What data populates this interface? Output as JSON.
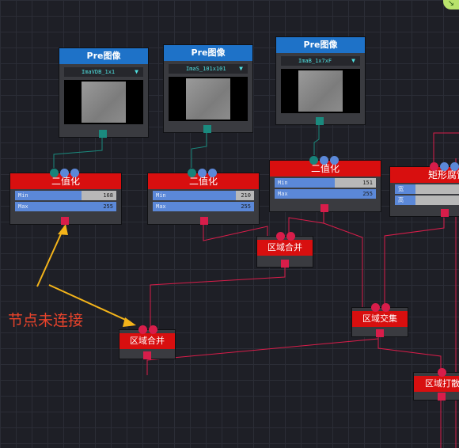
{
  "pre_nodes": [
    {
      "title": "Pre图像",
      "image_select": "ImaVDB_1x1"
    },
    {
      "title": "Pre图像",
      "image_select": "ImaS_101x101"
    },
    {
      "title": "Pre图像",
      "image_select": "ImaB_1x7xF"
    }
  ],
  "binarize_nodes": [
    {
      "title": "二值化",
      "min_label": "Min",
      "min_value": "168",
      "min_fraction": 0.66,
      "max_label": "Max",
      "max_value": "255",
      "max_fraction": 1.0
    },
    {
      "title": "二值化",
      "min_label": "Min",
      "min_value": "210",
      "min_fraction": 0.82,
      "max_label": "Max",
      "max_value": "255",
      "max_fraction": 1.0
    },
    {
      "title": "二值化",
      "min_label": "Min",
      "min_value": "151",
      "min_fraction": 0.59,
      "max_label": "Max",
      "max_value": "255",
      "max_fraction": 1.0
    }
  ],
  "rect_node": {
    "title": "矩形腐蚀",
    "row1_label": "宽",
    "row2_label": "高"
  },
  "union_nodes": [
    {
      "title": "区域合并"
    },
    {
      "title": "区域合并"
    }
  ],
  "intersect_node": {
    "title": "区域交集"
  },
  "open_node": {
    "title": "区域打散"
  },
  "annotation": {
    "text": "节点未连接",
    "color": "#e8432b"
  },
  "colors": {
    "pre_header": "#1e72c8",
    "binarize_header": "#d80f0f",
    "connector_red": "#d81d4a",
    "connector_teal": "#1a8a7e",
    "annotation_arrow": "#f4b41a"
  }
}
